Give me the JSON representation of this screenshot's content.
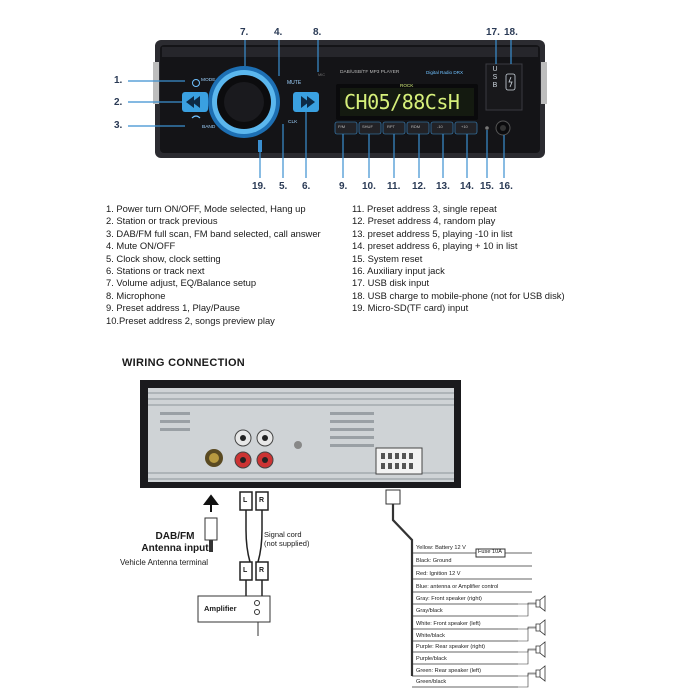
{
  "callouts_top": [
    {
      "num": "7."
    },
    {
      "num": "4."
    },
    {
      "num": "8."
    },
    {
      "num": "17."
    },
    {
      "num": "18."
    }
  ],
  "callouts_left": [
    {
      "num": "1."
    },
    {
      "num": "2."
    },
    {
      "num": "3."
    }
  ],
  "callouts_bottom": [
    {
      "num": "19."
    },
    {
      "num": "5."
    },
    {
      "num": "6."
    },
    {
      "num": "9."
    },
    {
      "num": "10."
    },
    {
      "num": "11."
    },
    {
      "num": "12."
    },
    {
      "num": "13."
    },
    {
      "num": "14."
    },
    {
      "num": "15."
    },
    {
      "num": "16."
    }
  ],
  "unit": {
    "brand_text": "DAB/USB/TF   MP3 PLAYER",
    "dab_text": "Digital Radio  DRX",
    "rock_text": "ROCK",
    "display_text": "CH05/88CsH",
    "mute_label": "MUTE",
    "mode_label": "MODE",
    "band_label": "BAND",
    "clk_label": "CLK",
    "mic_label": "MIC",
    "usb_label": "USB",
    "presets": [
      "P/M",
      "SHUF",
      "RPT",
      "RDM",
      "-10",
      "+10"
    ]
  },
  "legend_left": [
    "1. Power turn ON/OFF, Mode selected, Hang up",
    "2. Station or track previous",
    "3. DAB/FM full scan, FM band selected, call answer",
    "4. Mute ON/OFF",
    "5. Clock show, clock setting",
    "6. Stations or track next",
    "7. Volume adjust, EQ/Balance setup",
    "8. Microphone",
    "9. Preset address 1, Play/Pause",
    "10.Preset address 2,  songs preview play"
  ],
  "legend_right": [
    "11. Preset address 3, single repeat",
    "12. Preset address 4, random play",
    "13. preset address 5, playing -10 in list",
    "14. preset address 6, playing + 10 in list",
    "15. System reset",
    "16. Auxiliary input jack",
    "17. USB disk input",
    "18. USB charge to mobile-phone (not for USB disk)",
    "19. Micro-SD(TF card) input"
  ],
  "wiring": {
    "title": "WIRING CONNECTION",
    "antenna_title_1": "DAB/FM",
    "antenna_title_2": "Antenna input",
    "antenna_sub": "Vehicle Antenna terminal",
    "signal_cord_1": "Signal cord",
    "signal_cord_2": "(not supplied)",
    "amplifier": "Amplifier",
    "rca_l": "L",
    "rca_r": "R",
    "fuse": "Fuse 10A",
    "wires": [
      "Yellow: Battery 12 V",
      "Black: Ground",
      "Red: Ignition 12 V",
      "Blue: antenna or Amplifier control",
      "Gray: Front speaker (right)",
      "Gray/black",
      "White: Front speaker (left)",
      "White/black",
      "Purple: Rear speaker (right)",
      "Purple/black",
      "Green: Rear speaker (left)",
      "Green/black"
    ]
  },
  "colors": {
    "accent_blue": "#3b8fd0",
    "display_green": "#d6f07a",
    "unit_body": "#1b1b1f"
  }
}
